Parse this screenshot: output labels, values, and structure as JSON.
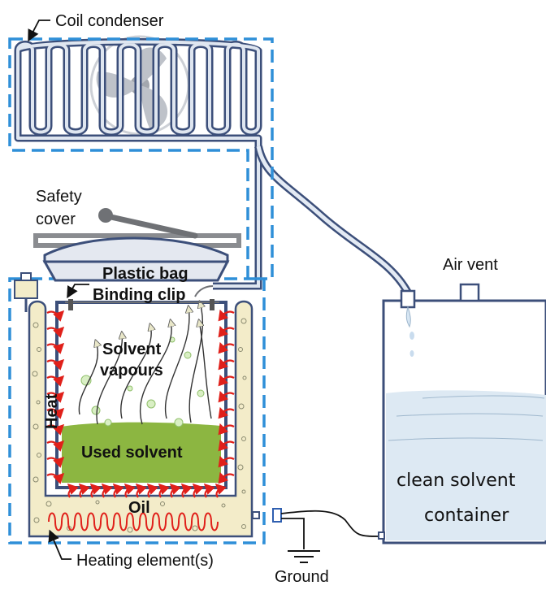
{
  "labels": {
    "coil_condenser": "Coil condenser",
    "safety_cover_line1": "Safety",
    "safety_cover_line2": "cover",
    "plastic_bag": "Plastic bag",
    "binding_clip": "Binding clip",
    "solvent_vapours_line1": "Solvent",
    "solvent_vapours_line2": "vapours",
    "heat": "Heat",
    "used_solvent": "Used solvent",
    "oil": "Oil",
    "heating_elements": "Heating element(s)",
    "ground": "Ground",
    "air_vent": "Air vent",
    "clean_solvent_line1": "clean solvent",
    "clean_solvent_line2": "container"
  },
  "colors": {
    "boundary_dash": "#2f8fd8",
    "coil_tube": "#3c4f7a",
    "fan": "#b8bcc4",
    "safety_cover": "#8a8c90",
    "oil": "#f3ecc9",
    "used_solvent": "#7fae2c",
    "heat_arrows": "#e0201a",
    "container_water": "#dde9f3"
  }
}
